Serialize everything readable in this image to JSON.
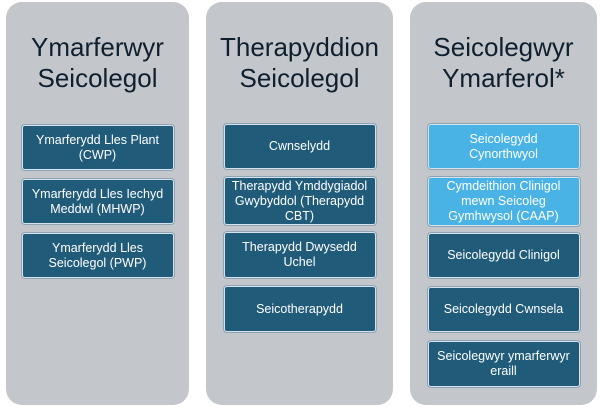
{
  "colors": {
    "column_bg": "#c3c7cc",
    "box_dark": "#205b7a",
    "box_light": "#4ab3e6",
    "title_text": "#0f1f2e"
  },
  "columns": [
    {
      "title": "Ymarferwyr\nSeicolegol",
      "items": [
        {
          "label": "Ymarferydd Lles Plant\n(CWP)"
        },
        {
          "label": "Ymarferydd Lles Iechyd\nMeddwl (MHWP)"
        },
        {
          "label": "Ymarferydd Lles\nSeicolegol (PWP)"
        }
      ]
    },
    {
      "title": "Therapyddion\nSeicolegol",
      "items": [
        {
          "label": "Cwnselydd"
        },
        {
          "label": "Therapydd Ymddygiadol\nGwybyddol (Therapydd\nCBT)"
        },
        {
          "label": "Therapydd Dwysedd\nUchel"
        },
        {
          "label": "Seicotherapydd"
        }
      ]
    },
    {
      "title": "Seicolegwyr\nYmarferol*",
      "items": [
        {
          "label": "Seicolegydd\nCynorthwyol"
        },
        {
          "label": "Cymdeithion Clinigol\nmewn Seicoleg\nGymhwysol (CAAP)"
        },
        {
          "label": "Seicolegydd Clinigol"
        },
        {
          "label": "Seicolegydd Cwnsela"
        },
        {
          "label": "Seicolegwyr ymarferwyr\neraill"
        }
      ]
    }
  ]
}
